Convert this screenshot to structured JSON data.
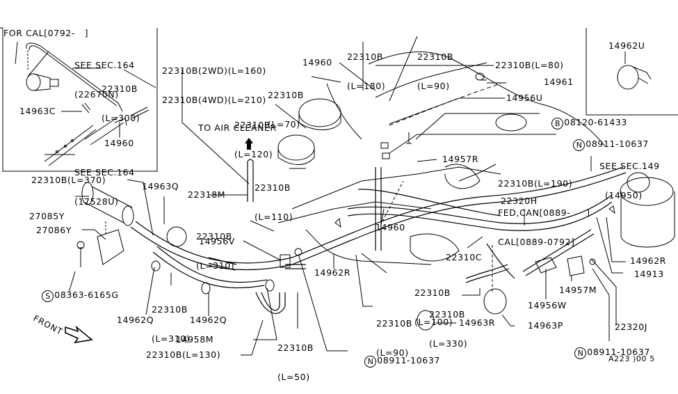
{
  "diagram": {
    "title": "Emission control vacuum hose piping diagram",
    "colors": {
      "line": "#000000",
      "background": "#ffffff"
    },
    "inset_top_left": {
      "heading": "FOR CAL[0792-   ]",
      "labels": [
        {
          "id": "see-sec-164-a",
          "lines": [
            "SEE SEC.164",
            "(22670N)"
          ]
        },
        {
          "id": "22310b-300",
          "lines": [
            "22310B",
            "(L=300)"
          ]
        },
        {
          "id": "14963c",
          "lines": [
            "14963C"
          ]
        },
        {
          "id": "14960-inset",
          "lines": [
            "14960"
          ]
        },
        {
          "id": "see-sec-164-b",
          "lines": [
            "SEE SEC.164",
            "(17528U)"
          ]
        }
      ]
    },
    "inset_top_right": {
      "labels": [
        {
          "id": "14962u",
          "lines": [
            "14962U"
          ]
        }
      ]
    },
    "direction": {
      "front_label": "FRONT",
      "air_cleaner_label": "TO AIR CLEANER"
    },
    "callouts": [
      {
        "id": "22310b-2wd-4wd",
        "lines": [
          "22310B(2WD)(L=160)",
          "22310B(4WD)(L=210)"
        ]
      },
      {
        "id": "22310b-180",
        "lines": [
          "22310B",
          "(L=180)"
        ]
      },
      {
        "id": "22310b-90-top",
        "lines": [
          "22310B",
          "(L=90)"
        ]
      },
      {
        "id": "14960-top",
        "lines": [
          "14960"
        ]
      },
      {
        "id": "22310b-70",
        "lines": [
          "22310B",
          "(L=70)"
        ]
      },
      {
        "id": "22310b-80",
        "lines": [
          "22310B(L=80)"
        ]
      },
      {
        "id": "14961",
        "lines": [
          "14961"
        ]
      },
      {
        "id": "14956u",
        "lines": [
          "14956U"
        ]
      },
      {
        "id": "22310b-120",
        "lines": [
          "22310B",
          "(L=120)"
        ]
      },
      {
        "id": "bolt-b",
        "prefix": "B",
        "lines": [
          "08120-61433"
        ]
      },
      {
        "id": "nut-n-top",
        "prefix": "N",
        "lines": [
          "08911-10637"
        ]
      },
      {
        "id": "see-sec-149",
        "lines": [
          "SEE SEC.149",
          "(14950)"
        ]
      },
      {
        "id": "22310b-110",
        "lines": [
          "22310B",
          "(L=110)"
        ]
      },
      {
        "id": "14957r",
        "lines": [
          "14957R"
        ]
      },
      {
        "id": "22310b-190",
        "lines": [
          "22310B(L=190)",
          "FED,CAN[0889-     ]",
          "CAL[0889-0792]"
        ]
      },
      {
        "id": "22318m",
        "lines": [
          "22318M"
        ]
      },
      {
        "id": "22310b-370",
        "lines": [
          "22310B(L=370)"
        ]
      },
      {
        "id": "14963q",
        "lines": [
          "14963Q"
        ]
      },
      {
        "id": "27085y",
        "lines": [
          "27085Y"
        ]
      },
      {
        "id": "27086y",
        "lines": [
          "27086Y"
        ]
      },
      {
        "id": "22310b-310-upper",
        "lines": [
          "22310B",
          "(L=310)"
        ]
      },
      {
        "id": "14956v",
        "lines": [
          "14956V"
        ]
      },
      {
        "id": "22320h",
        "lines": [
          "22320H"
        ]
      },
      {
        "id": "14960-mid",
        "lines": [
          "14960"
        ]
      },
      {
        "id": "22310c",
        "lines": [
          "22310C"
        ]
      },
      {
        "id": "bolt-s",
        "prefix": "S",
        "lines": [
          "08363-6165G"
        ]
      },
      {
        "id": "22310b-310-lower",
        "lines": [
          "22310B",
          "(L=310)"
        ]
      },
      {
        "id": "14962r-mid",
        "lines": [
          "14962R"
        ]
      },
      {
        "id": "22310b-100",
        "lines": [
          "22310B",
          "(L=100)"
        ]
      },
      {
        "id": "22310b-330",
        "lines": [
          "22310B",
          "(L=330)"
        ]
      },
      {
        "id": "14962r-right",
        "lines": [
          "14962R"
        ]
      },
      {
        "id": "14913",
        "lines": [
          "14913"
        ]
      },
      {
        "id": "14957m",
        "lines": [
          "14957M"
        ]
      },
      {
        "id": "14956w",
        "lines": [
          "14956W"
        ]
      },
      {
        "id": "14962q-left",
        "lines": [
          "14962Q"
        ]
      },
      {
        "id": "14962q-right",
        "lines": [
          "14962Q"
        ]
      },
      {
        "id": "22310b-50",
        "lines": [
          "22310B",
          "(L=50)"
        ]
      },
      {
        "id": "22310b-90-bottom",
        "lines": [
          "22310B",
          "(L=90)"
        ]
      },
      {
        "id": "14963r",
        "lines": [
          "14963R"
        ]
      },
      {
        "id": "14963p",
        "lines": [
          "14963P"
        ]
      },
      {
        "id": "22320j",
        "lines": [
          "22320J"
        ]
      },
      {
        "id": "14958m",
        "lines": [
          "14958M"
        ]
      },
      {
        "id": "nut-n-right",
        "prefix": "N",
        "lines": [
          "08911-10637"
        ]
      },
      {
        "id": "22310b-130",
        "lines": [
          "22310B(L=130)"
        ]
      },
      {
        "id": "nut-n-bottom",
        "prefix": "N",
        "lines": [
          "08911-10637"
        ]
      }
    ],
    "drawing_code": "A223 )00 5"
  }
}
